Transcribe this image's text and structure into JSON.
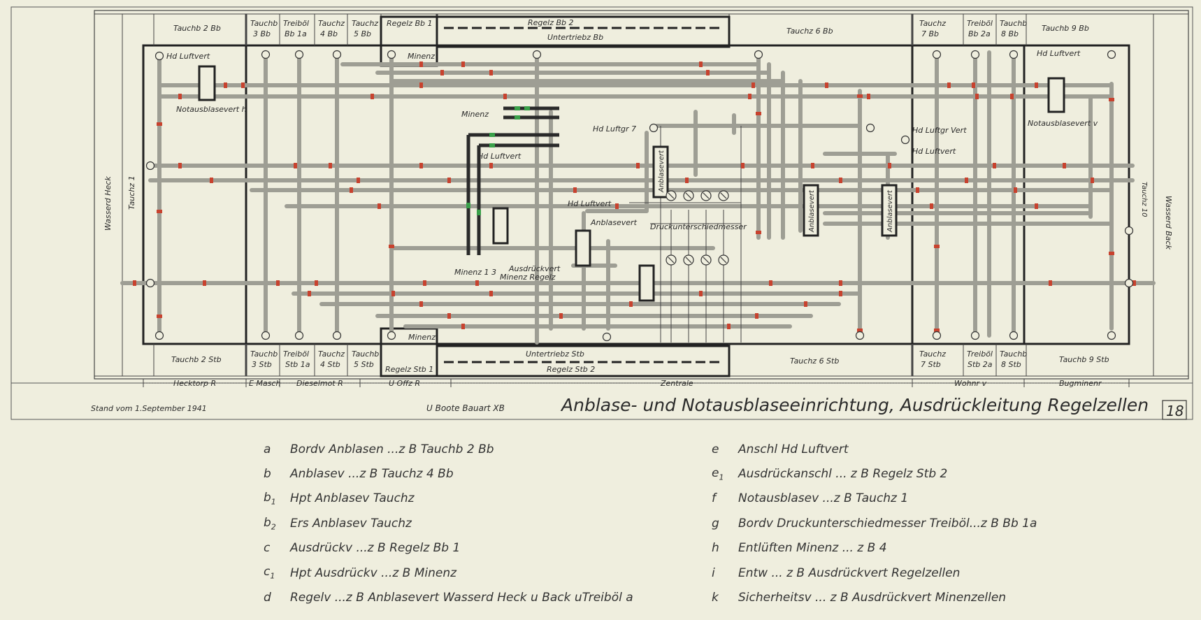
{
  "title": "Anblase- und Notausblaseeinrichtung, Ausdrückleitung Regelzellen",
  "plate_number": "18",
  "date_note": "Stand vom 1.September 1941",
  "boat_type": "U Boote Bauart XB",
  "side_labels": {
    "wasserd_heck": "Wasserd Heck",
    "tauchz_1": "Tauchz 1",
    "tauchz_10": "Tauchz 10",
    "wasserd_back": "Wasserd Back"
  },
  "top_cells": [
    "Tauchb 2 Bb",
    "Tauchb",
    "3 Bb",
    "Treiböl",
    "Bb 1a",
    "Tauchz",
    "4 Bb",
    "Tauchz",
    "5 Bb",
    "Regelz Bb 1",
    "Regelz Bb 2",
    "Untertriebz Bb",
    "Tauchz 6 Bb",
    "Tauchz",
    "7 Bb",
    "Treiböl",
    "Bb 2a",
    "Tauchb",
    "8 Bb",
    "Tauchb 9 Bb"
  ],
  "bottom_cells": [
    "Tauchb 2 Stb",
    "Tauchb",
    "3 Stb",
    "Treiböl",
    "Stb 1a",
    "Tauchz",
    "4 Stb",
    "Tauchb",
    "5 Stb",
    "Regelz Stb 1",
    "Untertriebz Stb",
    "Regelz Stb 2",
    "Tauchz 6 Stb",
    "Tauchz",
    "7 Stb",
    "Treiböl",
    "Stb 2a",
    "Tauchb",
    "8 Stb",
    "Tauchb 9 Stb"
  ],
  "sections": [
    "Hecktorp R",
    "E Masch",
    "Dieselmot R",
    "U Offz R",
    "Zentrale",
    "Wohnr v",
    "Bugminenr"
  ],
  "inner_labels": {
    "hd_luftvert": "Hd Luftvert",
    "notausblasevert_h": "Notausblasevert h",
    "notausblasevert_v": "Notausblasevert v",
    "minenz": "Minenz",
    "hd_luftgr_7": "Hd Luftgr 7",
    "hd_luftgr_vert": "Hd Luftgr Vert",
    "anblasevert": "Anblasevert",
    "druckunterschiedmesser": "Druckunterschiedmesser",
    "ausdrueckvert": "Ausdrückvert",
    "minenz_13": "Minenz  1  3",
    "minenz_regelz": "Minenz    Regelz"
  },
  "legend_left": [
    {
      "key": "a",
      "sub": "",
      "text": "Bordv Anblasen ...z B Tauchb 2 Bb"
    },
    {
      "key": "b",
      "sub": "",
      "text": "Anblasev ...z B Tauchz 4 Bb"
    },
    {
      "key": "b",
      "sub": "1",
      "text": "Hpt Anblasev Tauchz"
    },
    {
      "key": "b",
      "sub": "2",
      "text": "Ers Anblasev Tauchz"
    },
    {
      "key": "c",
      "sub": "",
      "text": "Ausdrückv ...z B Regelz Bb 1"
    },
    {
      "key": "c",
      "sub": "1",
      "text": "Hpt Ausdrückv ...z B Minenz"
    },
    {
      "key": "d",
      "sub": "",
      "text": "Regelv ...z B Anblasevert Wasserd Heck u Back uTreiböl a"
    }
  ],
  "legend_right": [
    {
      "key": "e",
      "sub": "",
      "text": "Anschl Hd Luftvert"
    },
    {
      "key": "e",
      "sub": "1",
      "text": "Ausdrückanschl ... z B Regelz Stb 2"
    },
    {
      "key": "f",
      "sub": "",
      "text": "Notausblasev ...z B Tauchz 1"
    },
    {
      "key": "g",
      "sub": "",
      "text": "Bordv Druckunterschiedmesser Treiböl...z B Bb 1a"
    },
    {
      "key": "h",
      "sub": "",
      "text": "Entlüften Minenz ... z B 4"
    },
    {
      "key": "i",
      "sub": "",
      "text": "Entw ... z B Ausdrückvert Regelzellen"
    },
    {
      "key": "k",
      "sub": "",
      "text": "Sicherheitsv ... z B Ausdrückvert Minenzellen"
    }
  ],
  "colors": {
    "paper": "#efeede",
    "line": "#2a2a2a",
    "pipe": "#9e9e94",
    "marker": "#c8422e",
    "green": "#3aa04a"
  }
}
